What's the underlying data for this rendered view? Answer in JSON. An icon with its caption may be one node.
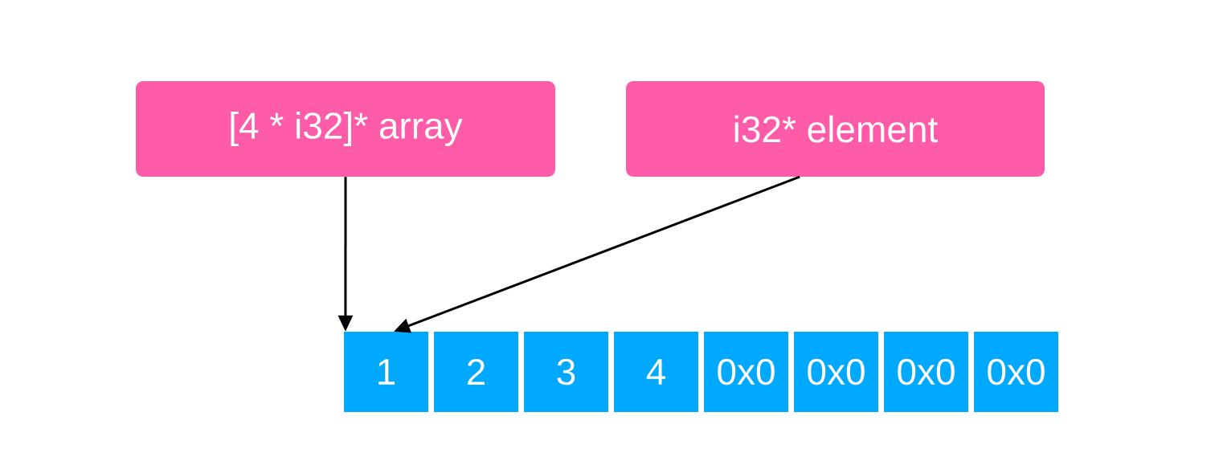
{
  "diagram": {
    "nodes": [
      {
        "text": [
          "[4 * i32]* array"
        ]
      },
      {
        "text": [
          "i32* element"
        ]
      },
      {
        "text": [
          "1"
        ]
      },
      {
        "text": [
          "2"
        ]
      },
      {
        "text": [
          "3"
        ]
      },
      {
        "text": [
          "4"
        ]
      },
      {
        "text": [
          "0x0"
        ]
      },
      {
        "text": [
          "0x0"
        ]
      },
      {
        "text": [
          "0x0"
        ]
      },
      {
        "text": [
          "0x0"
        ]
      }
    ],
    "edges": [
      {
        "from": 0,
        "to": 2,
        "arrow": "to"
      },
      {
        "from": 1,
        "to": 2,
        "arrow": "to"
      }
    ]
  }
}
